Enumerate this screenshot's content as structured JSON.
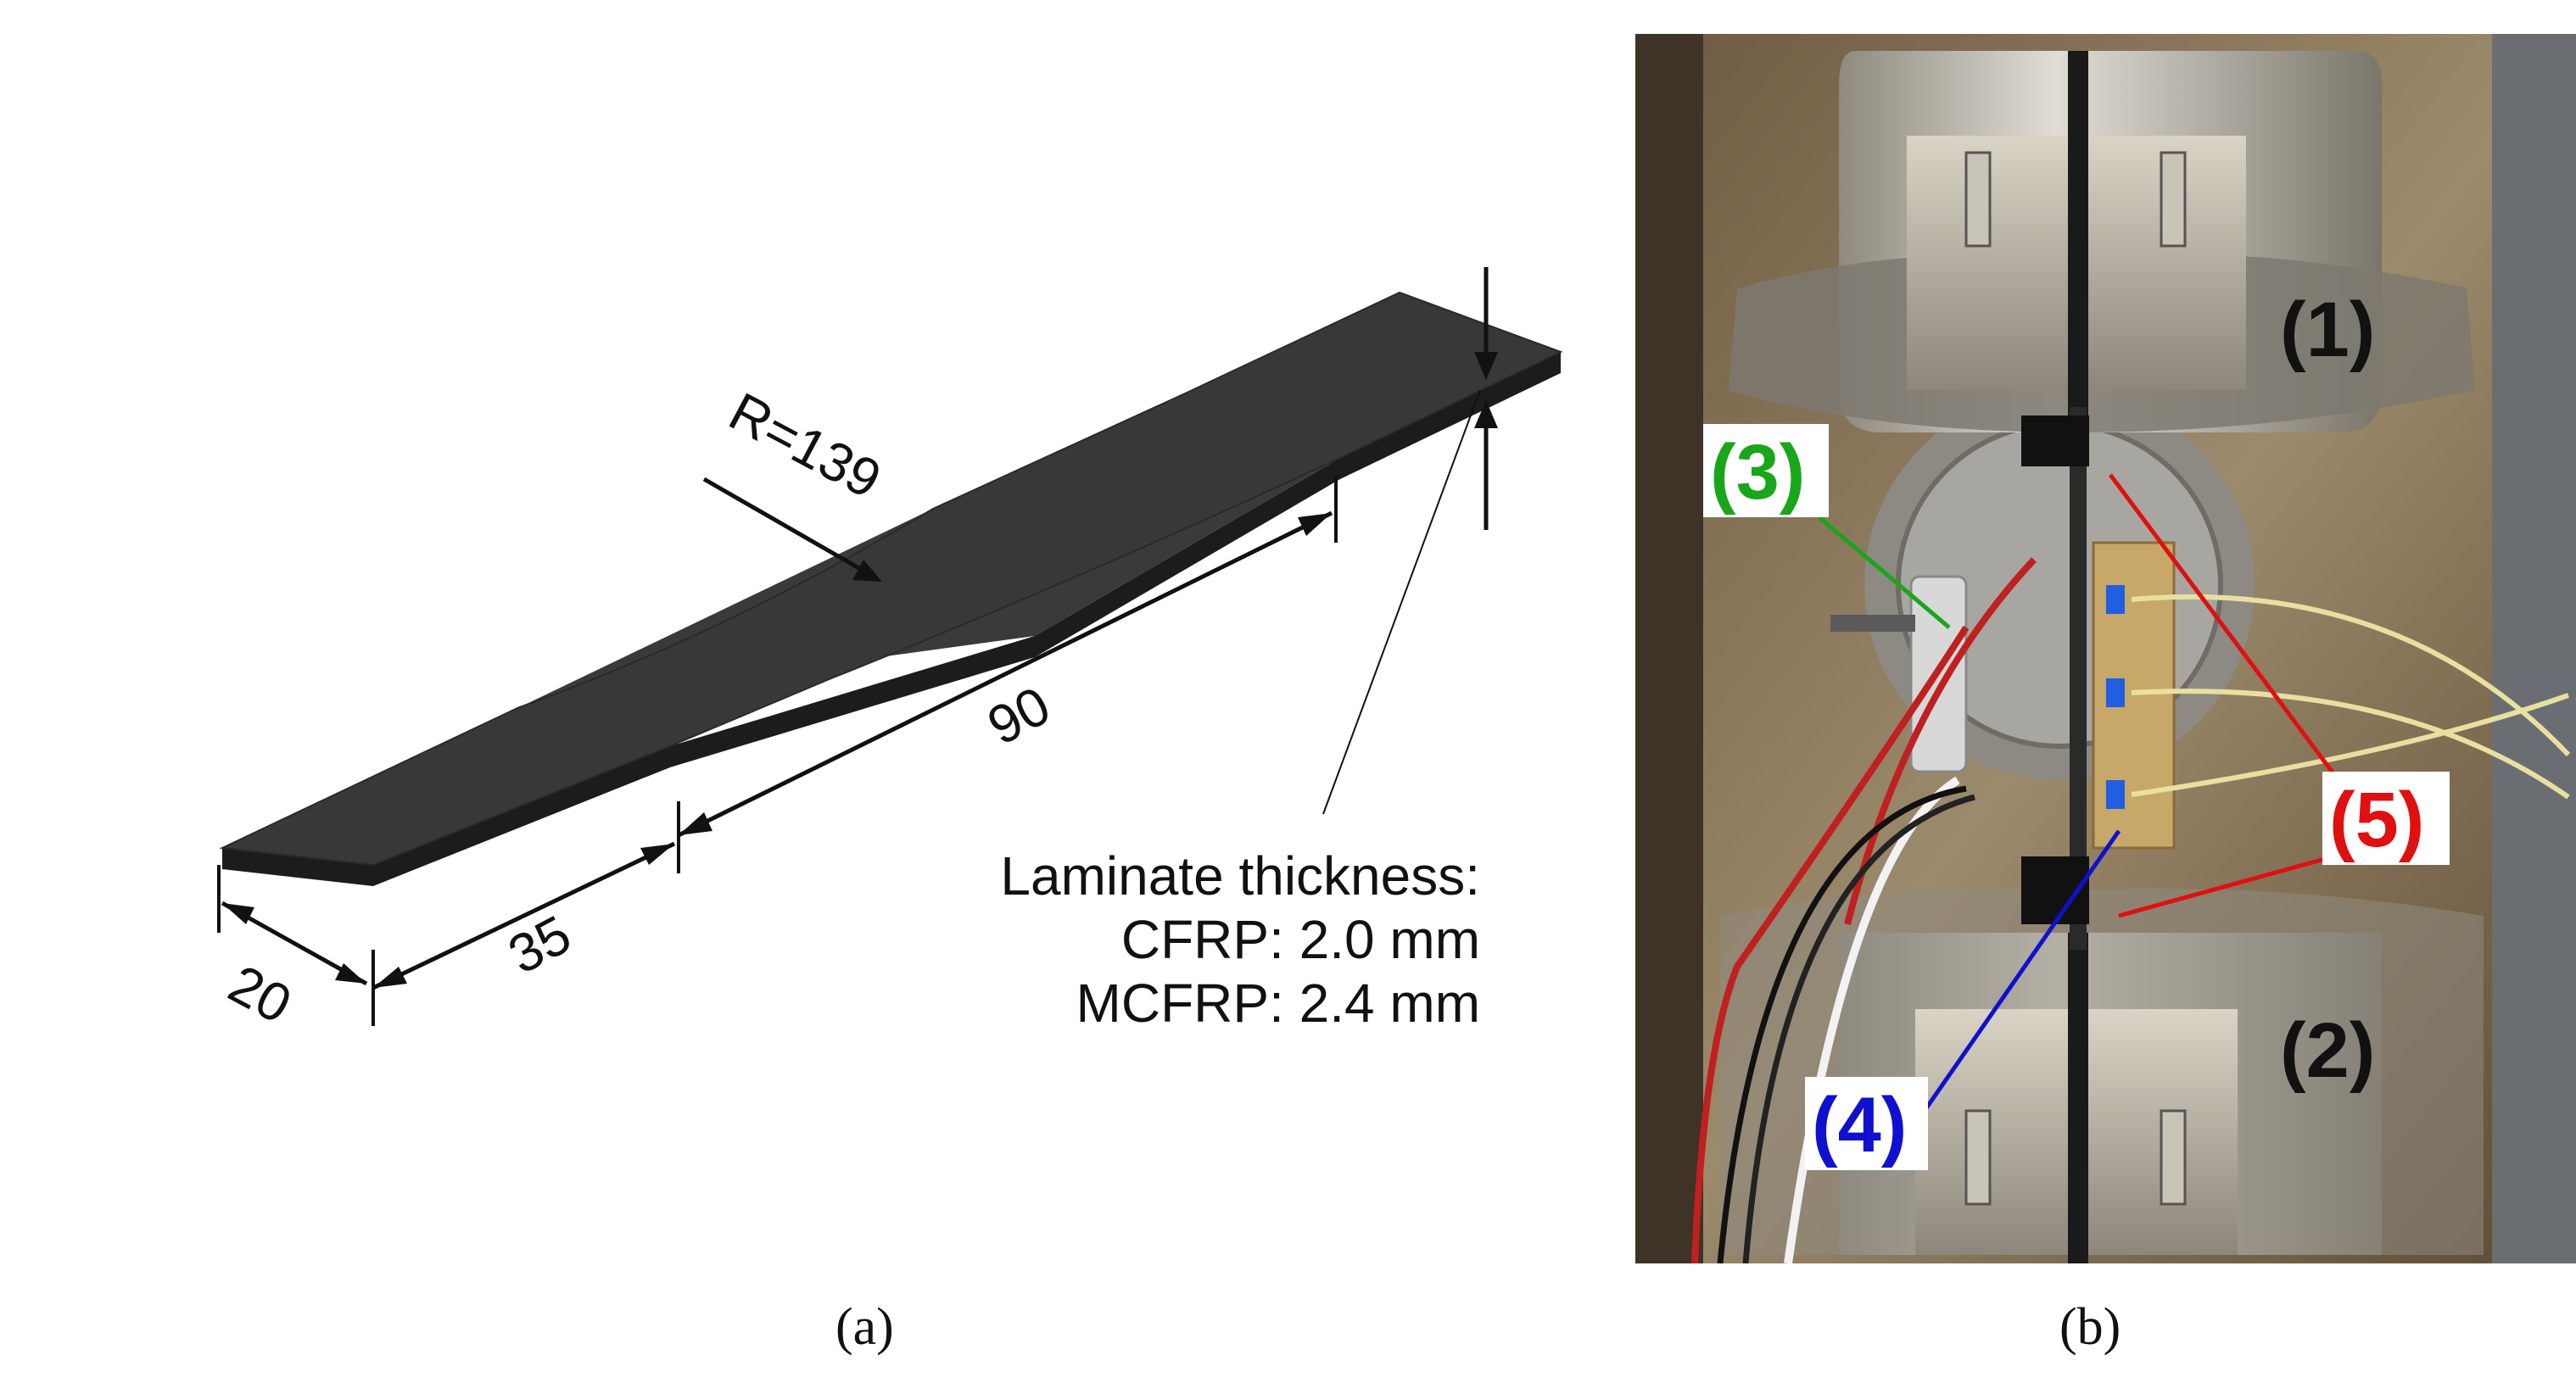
{
  "panel_a": {
    "dims": {
      "radius": "R=139",
      "gauge_length": "90",
      "tab_length": "35",
      "width": "20"
    },
    "thickness_note": {
      "heading": "Laminate thickness:",
      "cfrp": "CFRP: 2.0 mm",
      "mcfrp": "MCFRP: 2.4 mm"
    },
    "caption": "(a)"
  },
  "panel_b": {
    "labels": {
      "upper_grip": "(1)",
      "lower_grip": "(2)",
      "extensometer": "(3)",
      "specimen": "(4)",
      "sensors": "(5)"
    },
    "colors": {
      "label_1_2": "#111111",
      "label_3": "#1aa61a",
      "label_4": "#1010d0",
      "label_5": "#e01010"
    },
    "caption": "(b)"
  }
}
